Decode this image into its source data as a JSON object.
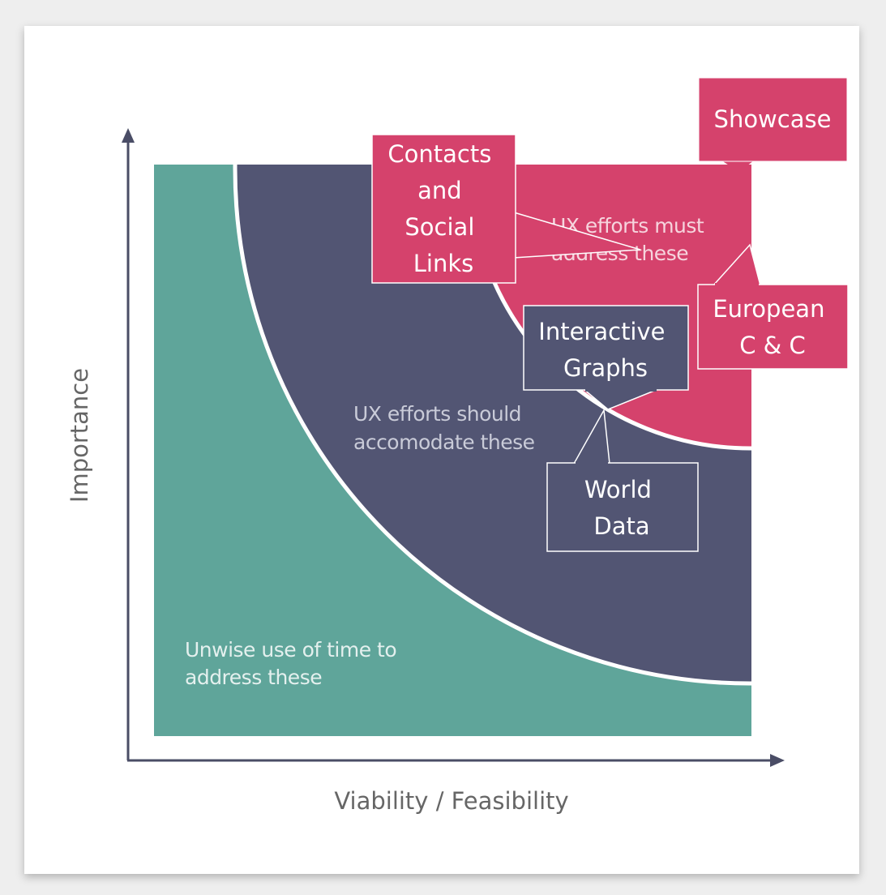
{
  "axes": {
    "x_label": "Viability / Feasibility",
    "y_label": "Importance"
  },
  "zones": {
    "unwise": [
      "Unwise use of time to",
      "address these"
    ],
    "should": [
      "UX efforts should",
      "accomodate these"
    ],
    "must": [
      "UX efforts must",
      "address these"
    ]
  },
  "callouts": {
    "showcase": [
      "Showcase"
    ],
    "contacts": [
      "Contacts",
      "and",
      "Social",
      "Links"
    ],
    "european": [
      "European",
      "C & C"
    ],
    "interactive": [
      "Interactive",
      "Graphs"
    ],
    "world": [
      "World",
      "Data"
    ]
  },
  "colors": {
    "teal": "#5fa59a",
    "navy": "#525573",
    "pink": "#d5426c",
    "zone_text_light": "#c9cbd8",
    "zone_text_teal": "#e4f0ee",
    "zone_text_pink": "#f6d4dd"
  }
}
